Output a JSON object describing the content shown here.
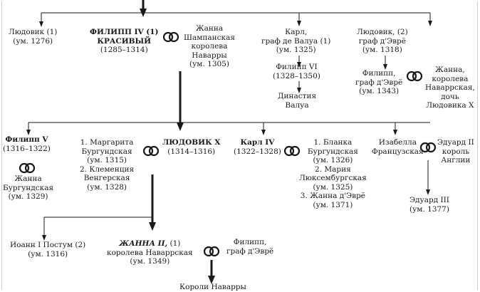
{
  "philippe_iv": {
    "line1": "ФИЛИПП IV (1)",
    "line2": "КРАСИВЫЙ",
    "line3": "(1285–1314)"
  },
  "jeanne_champagne": {
    "line1": "Жанна",
    "line2": "Шампанская",
    "line3": "королева",
    "line4": "Наварры",
    "line5": "(ум. 1305)"
  },
  "louis_1": {
    "line1": "Людовик (1)",
    "line2": "(ум. 1276)"
  },
  "charles_valois": {
    "line1": "Карл,",
    "line2": "граф де Валуа (1)",
    "line3": "(ум. 1325)"
  },
  "philippe_vi": {
    "line1": "Филипп VI",
    "line2": "(1328–1350)"
  },
  "valois_dynasty": {
    "line1": "Династия",
    "line2": "Валуа"
  },
  "louis_evreux": {
    "line1": "Людовик, (2)",
    "line2": "граф д'Эврё",
    "line3": "(ум. 1318)"
  },
  "philippe_evreux_top": {
    "line1": "Филипп,",
    "line2": "граф д'Эврё",
    "line3": "(ум. 1343)"
  },
  "jeanne_queen_navarre": {
    "line1": "Жанна,",
    "line2": "королева",
    "line3": "Наваррская,",
    "line4": "дочь",
    "line5": "Людовика X"
  },
  "philippe_v": {
    "line1": "Филипп V",
    "line2": "(1316–1322)"
  },
  "jeanne_burgundy": {
    "line1": "Жанна",
    "line2": "Бургундская",
    "line3": "(ум. 1329)"
  },
  "louis_x_wives": {
    "line1": "1. Маргарита",
    "line2": "Бургундская",
    "line3": "(ум. 1315)",
    "line4": "2. Клеменция",
    "line5": "Венгерская",
    "line6": "(ум. 1328)"
  },
  "louis_x": {
    "line1": "ЛЮДОВИК X",
    "line2": "(1314–1316)"
  },
  "charles_iv": {
    "line1": "Карл IV",
    "line2": "(1322–1328)"
  },
  "charles_iv_wives": {
    "line1": "1. Бланка",
    "line2": "Бургундская",
    "line3": "(ум. 1326)",
    "line4": "2. Мария",
    "line5": "Люксембургская",
    "line6": "(ум. 1325)",
    "line7": "3. Жанна д'Эврё",
    "line8": "(ум. 1371)"
  },
  "isabella": {
    "line1": "Изабелла",
    "line2": "Французская"
  },
  "edward_ii": {
    "line1": "Эдуард II",
    "line2": "король",
    "line3": "Англии"
  },
  "edward_iii": {
    "line1": "Эдуард III",
    "line2": "(ум. 1377)"
  },
  "john_posthumous": {
    "line1": "Иоанн I Постум (2)",
    "line2": "(ум. 1316)"
  },
  "jeanne_ii": {
    "name": "ЖАННА II,",
    "suffix": " (1)",
    "line2": "королева Наваррская",
    "line3": "(ум. 1349)"
  },
  "philippe_evreux_bottom": {
    "line1": "Филипп,",
    "line2": "граф д'Эврё"
  },
  "kings_navarre": {
    "line1": "Короли Наварры"
  },
  "colors": {
    "ink": "#1a1a1a",
    "background": "#ffffff"
  }
}
